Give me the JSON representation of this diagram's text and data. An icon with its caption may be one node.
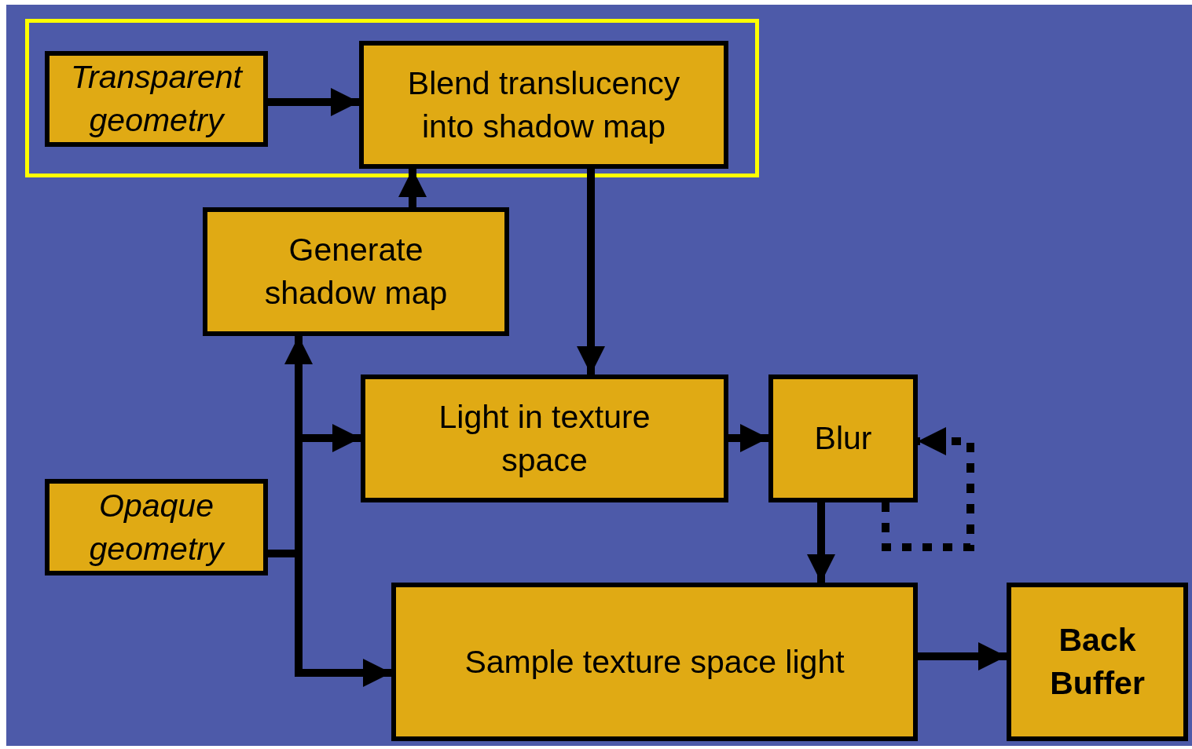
{
  "diagram": {
    "nodes": [
      {
        "text": [],
        "shape": "box"
      },
      {
        "text": [
          "Transparent geometry"
        ],
        "in": 0
      },
      {
        "text": [
          "Blend translucency into shadow map"
        ],
        "in": 0
      },
      {
        "text": [
          "Generate shadow map"
        ]
      },
      {
        "text": [
          "Opaque geometry"
        ]
      },
      {
        "text": [
          "Light in texture space"
        ]
      },
      {
        "text": [
          "Blur"
        ]
      },
      {
        "text": [
          "Sample texture space light"
        ]
      },
      {
        "text": [
          "Back Buffer"
        ]
      }
    ],
    "edges": [
      {
        "from": 1,
        "to": 2,
        "arrow": "to"
      },
      {
        "from": 3,
        "to": 2,
        "arrow": "to"
      },
      {
        "from": 2,
        "to": 5,
        "arrow": "to"
      },
      {
        "from": 4,
        "to": 3,
        "arrow": "to"
      },
      {
        "from": 4,
        "to": 5,
        "arrow": "to"
      },
      {
        "from": 4,
        "to": 7,
        "arrow": "to"
      },
      {
        "from": 5,
        "to": 6,
        "arrow": "to"
      },
      {
        "from": 6,
        "to": 7,
        "arrow": "to"
      },
      {
        "from": 6,
        "to": 6,
        "arrow": "to",
        "style": "dashed"
      },
      {
        "from": 7,
        "to": 8,
        "arrow": "to"
      }
    ]
  }
}
